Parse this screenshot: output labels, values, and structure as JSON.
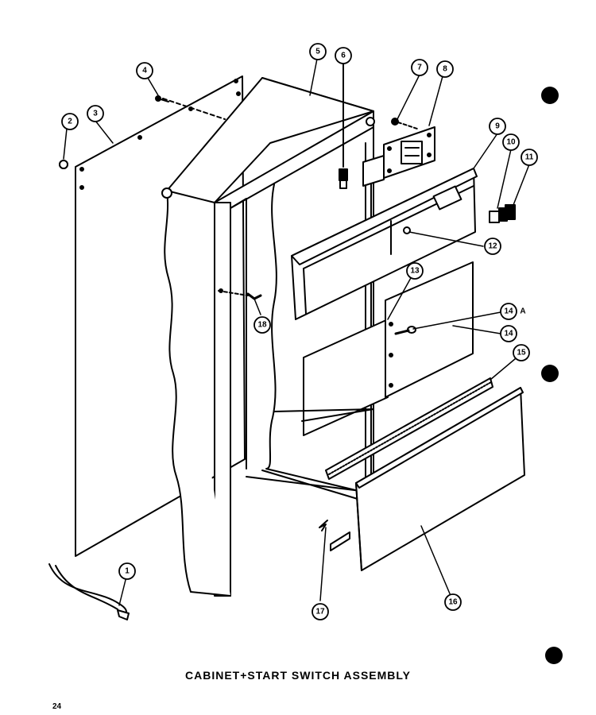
{
  "diagram": {
    "caption": "CABINET+START SWITCH ASSEMBLY",
    "page_number": "24",
    "callouts": [
      {
        "id": "1",
        "label": "1"
      },
      {
        "id": "2",
        "label": "2"
      },
      {
        "id": "3",
        "label": "3"
      },
      {
        "id": "4",
        "label": "4"
      },
      {
        "id": "5",
        "label": "5"
      },
      {
        "id": "6",
        "label": "6"
      },
      {
        "id": "7",
        "label": "7"
      },
      {
        "id": "8",
        "label": "8"
      },
      {
        "id": "9",
        "label": "9"
      },
      {
        "id": "10",
        "label": "10"
      },
      {
        "id": "11",
        "label": "11"
      },
      {
        "id": "12",
        "label": "12"
      },
      {
        "id": "13",
        "label": "13"
      },
      {
        "id": "14a",
        "label": "14"
      },
      {
        "id": "14a-suffix",
        "label": "A"
      },
      {
        "id": "14",
        "label": "14"
      },
      {
        "id": "15",
        "label": "15"
      },
      {
        "id": "16",
        "label": "16"
      },
      {
        "id": "17",
        "label": "17"
      },
      {
        "id": "18",
        "label": "18"
      }
    ]
  }
}
